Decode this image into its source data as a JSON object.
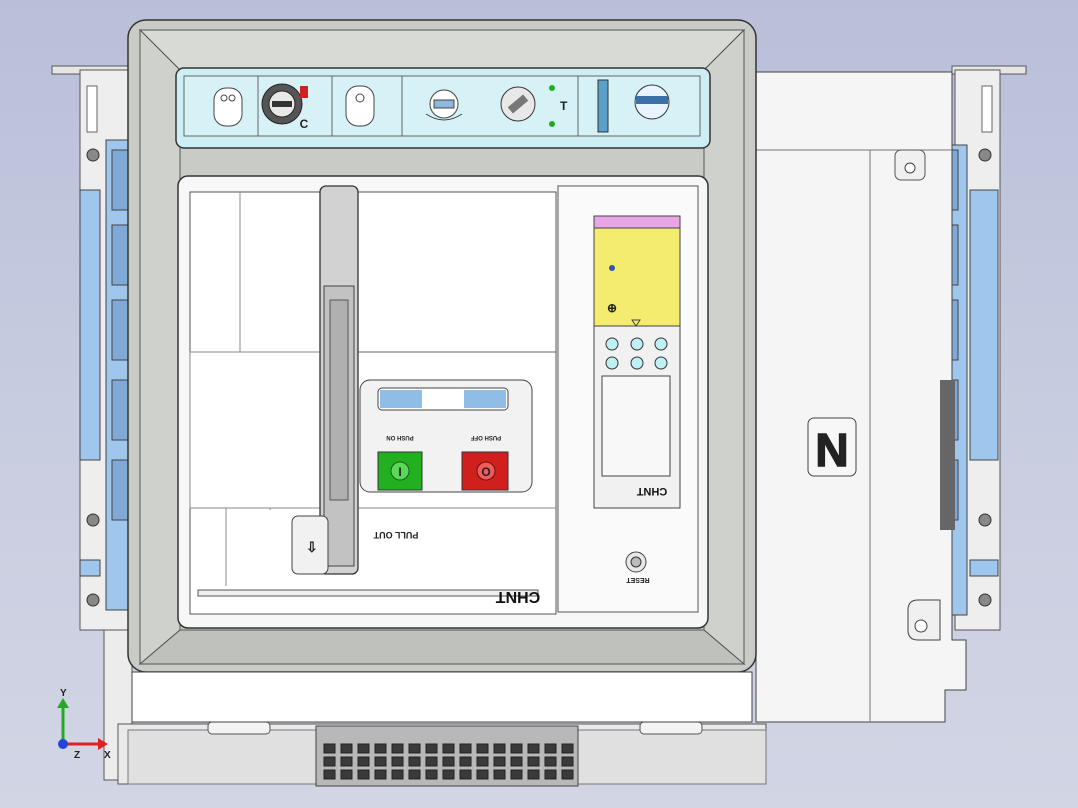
{
  "labels": {
    "push_on": "PUSH ON",
    "push_off": "PUSH OFF",
    "pull_out": "PULL OUT",
    "reset": "RESET",
    "brand_main": "CHNT",
    "brand_controller": "CHNT",
    "neutral": "N",
    "key_on": "I",
    "key_off": "O"
  },
  "axes": {
    "y": "Y",
    "x": "X",
    "z": "Z"
  },
  "colors": {
    "background": "#c3c8dc",
    "frame_gray": "#c9ccc6",
    "panel_cyan": "#cdeef4",
    "controller_yellow": "#f4ec6e",
    "controller_pink": "#e8a6e8",
    "rail_blue": "#9fc6ec",
    "on_green": "#22b020",
    "off_red": "#d0201c",
    "led_cyan": "#bff0f4"
  }
}
